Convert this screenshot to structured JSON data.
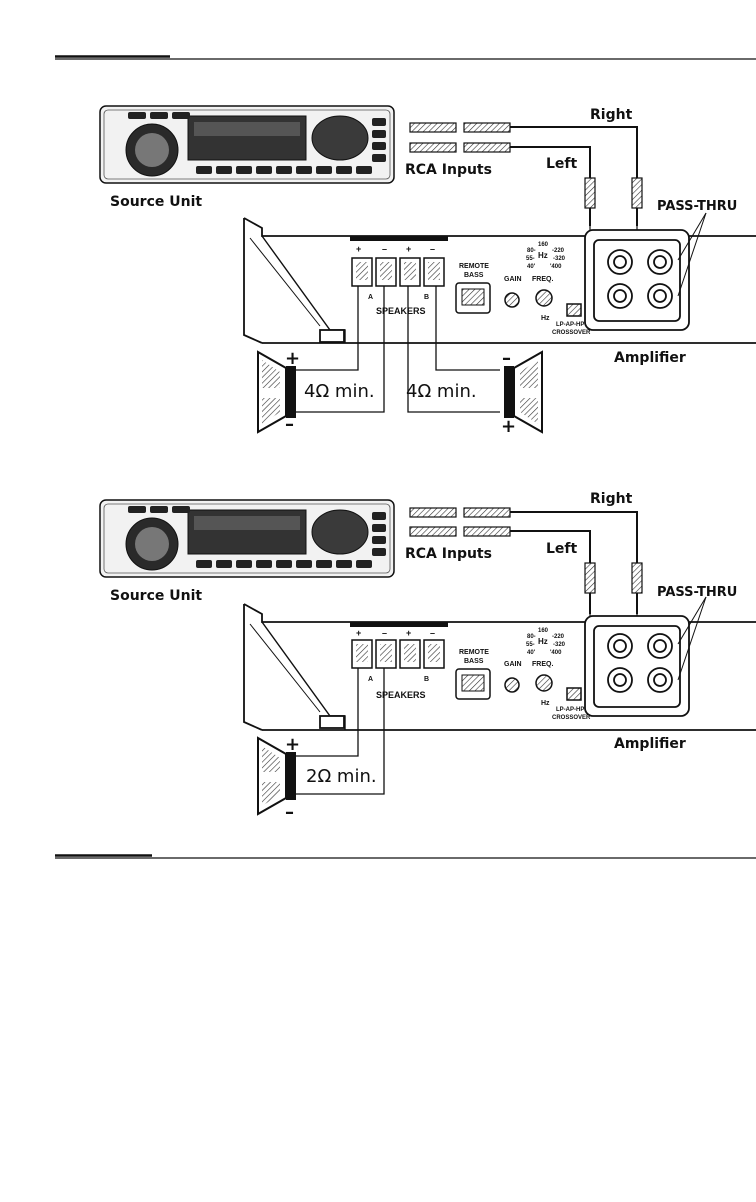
{
  "page": {
    "background": "#ffffff",
    "ink": "#111111"
  },
  "diagrams": [
    {
      "id": "stereo-4ohm",
      "labels": {
        "right": "Right",
        "left": "Left",
        "rca_inputs": "RCA Inputs",
        "source_unit": "Source Unit",
        "pass_thru": "PASS-THRU",
        "amplifier": "Amplifier",
        "speakers": "SPEAKERS",
        "remote_bass": [
          "REMOTE",
          "BASS"
        ],
        "gain": "GAIN",
        "freq": "FREQ.",
        "hz": "Hz",
        "freq_scale": [
          "160",
          "80-",
          "-220",
          "55-",
          "-320",
          "40'",
          "'400"
        ],
        "crossover": [
          "LP-AP-HP",
          "CROSSOVER"
        ],
        "channel_a": "A",
        "channel_b": "B",
        "terminal_signs": [
          "+",
          "–",
          "+",
          "–"
        ],
        "speaker_a": {
          "impedance": "4Ω min.",
          "top_sign": "+",
          "bottom_sign": "–"
        },
        "speaker_b": {
          "impedance": "4Ω min.",
          "top_sign": "–",
          "bottom_sign": "+"
        }
      }
    },
    {
      "id": "mono-2ohm",
      "labels": {
        "right": "Right",
        "left": "Left",
        "rca_inputs": "RCA Inputs",
        "source_unit": "Source Unit",
        "pass_thru": "PASS-THRU",
        "amplifier": "Amplifier",
        "speakers": "SPEAKERS",
        "remote_bass": [
          "REMOTE",
          "BASS"
        ],
        "gain": "GAIN",
        "freq": "FREQ.",
        "hz": "Hz",
        "freq_scale": [
          "160",
          "80-",
          "-220",
          "55-",
          "-320",
          "40'",
          "'400"
        ],
        "crossover": [
          "LP-AP-HP",
          "CROSSOVER"
        ],
        "channel_a": "A",
        "channel_b": "B",
        "terminal_signs": [
          "+",
          "–",
          "+",
          "–"
        ],
        "speaker_a": {
          "impedance": "2Ω min.",
          "top_sign": "+",
          "bottom_sign": "–"
        }
      }
    }
  ]
}
